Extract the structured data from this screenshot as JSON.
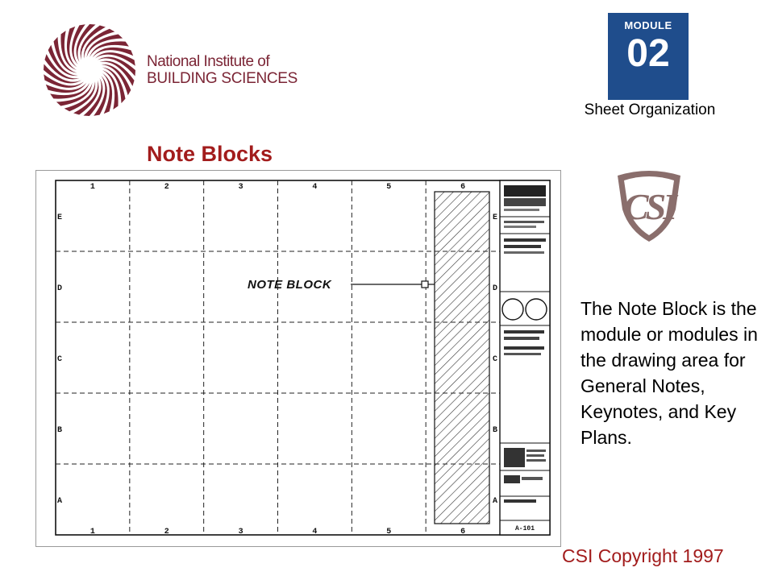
{
  "header": {
    "org_line1": "National Institute of",
    "org_line2": "BUILDING SCIENCES",
    "module_label": "MODULE",
    "module_number": "02",
    "module_subtitle": "Sheet Organization"
  },
  "slide": {
    "title": "Note Blocks",
    "body": "The Note Block is the module or modules in the drawing area for General Notes, Keynotes, and Key Plans.",
    "copyright": "CSI Copyright 1997"
  },
  "drawing": {
    "column_labels": [
      "1",
      "2",
      "3",
      "4",
      "5",
      "6"
    ],
    "row_labels": [
      "E",
      "D",
      "C",
      "B",
      "A"
    ],
    "callout": "NOTE BLOCK",
    "sheet_number": "A-101"
  },
  "colors": {
    "brand_maroon": "#7b2535",
    "module_blue": "#1f4d8c",
    "title_red": "#a21c1c",
    "csi_brown": "#8a6e6c"
  },
  "icons": {
    "logo": "nibs-swirl-icon",
    "csi": "csi-shield-icon"
  }
}
